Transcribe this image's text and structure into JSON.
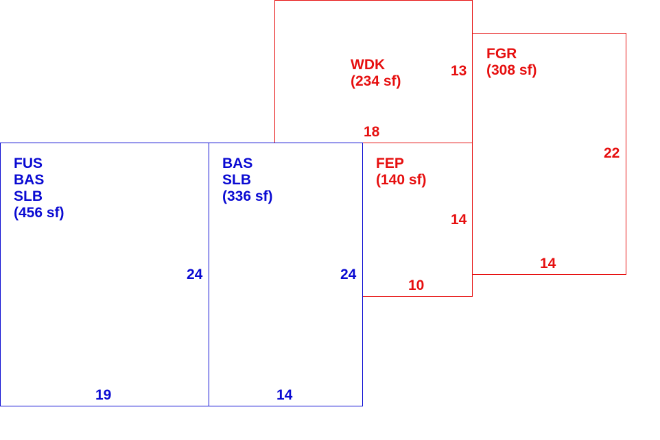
{
  "colors": {
    "living_area": "#0a0ad2",
    "other_area": "#e60f0f"
  },
  "rooms": {
    "wdk": {
      "code": "WDK",
      "area": "(234 sf)",
      "side_dim": "13",
      "bottom_dim": "18"
    },
    "fgr": {
      "code": "FGR",
      "area": "(308 sf)",
      "side_dim": "22",
      "bottom_dim": "14"
    },
    "fep": {
      "code": "FEP",
      "area": "(140 sf)",
      "side_dim": "14",
      "bottom_dim": "10"
    },
    "fus": {
      "line1": "FUS",
      "line2": "BAS",
      "line3": "SLB",
      "area": "(456 sf)",
      "side_dim": "24",
      "bottom_dim": "19"
    },
    "bas": {
      "line1": "BAS",
      "line2": "SLB",
      "area": "(336 sf)",
      "side_dim": "24",
      "bottom_dim": "14"
    }
  }
}
